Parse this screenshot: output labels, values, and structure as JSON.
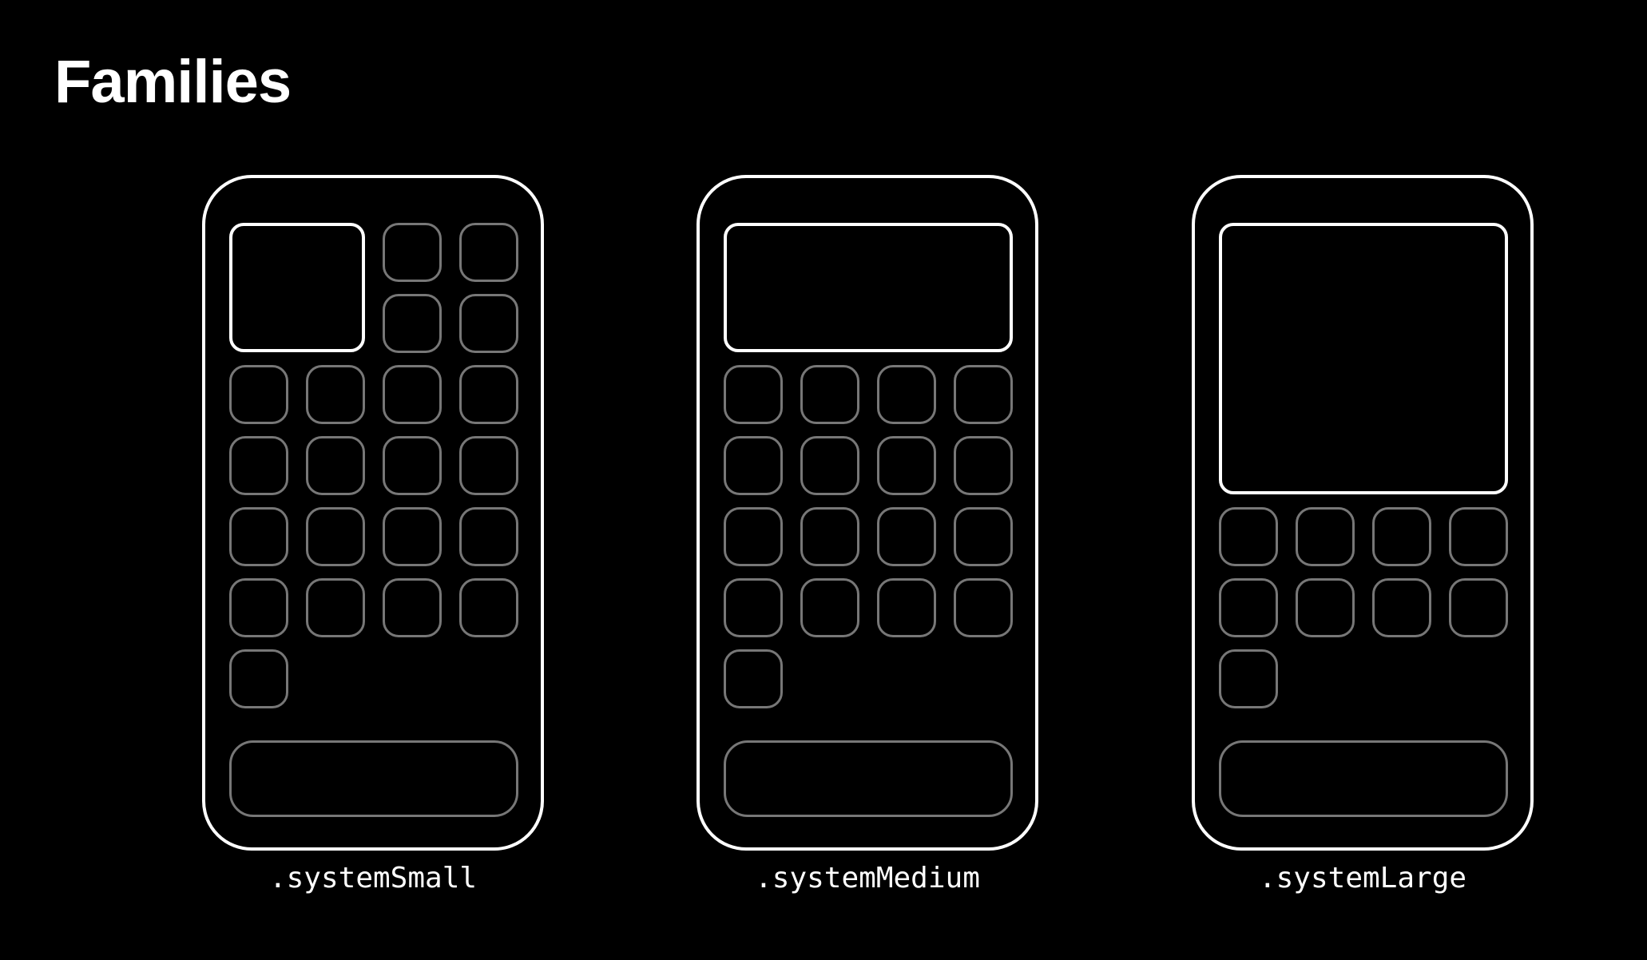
{
  "title": "Families",
  "colors": {
    "background": "#000000",
    "widget_outline": "#ffffff",
    "app_icon_outline": "#777777"
  },
  "families": [
    {
      "id": "small",
      "label": ".systemSmall",
      "widget_size": "2x2 grid cells"
    },
    {
      "id": "medium",
      "label": ".systemMedium",
      "widget_size": "4x2 grid cells"
    },
    {
      "id": "large",
      "label": ".systemLarge",
      "widget_size": "4x4 grid cells"
    }
  ]
}
